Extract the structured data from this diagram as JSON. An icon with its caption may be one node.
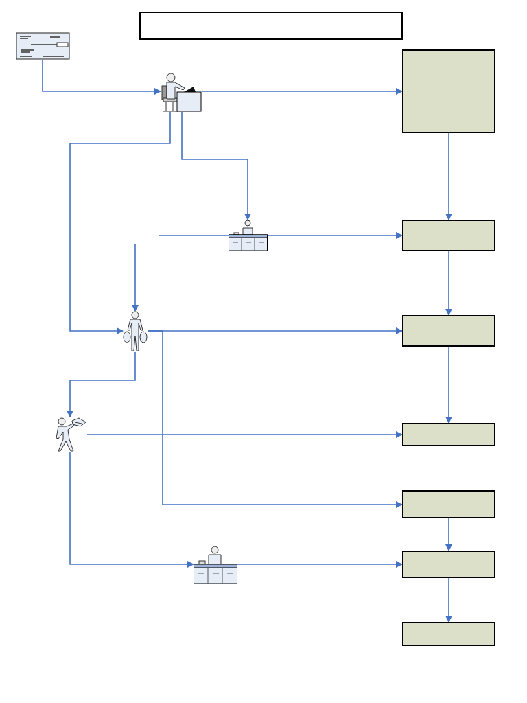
{
  "diagram": {
    "nodes": [
      {
        "text": [],
        "shape": "box"
      },
      {
        "text": [],
        "shape": "picture"
      },
      {
        "text": [],
        "shape": "picture"
      },
      {
        "text": [],
        "shape": "box"
      },
      {
        "text": [],
        "shape": "picture"
      },
      {
        "text": [],
        "shape": "box"
      },
      {
        "text": [],
        "shape": "picture"
      },
      {
        "text": [],
        "shape": "box"
      },
      {
        "text": [],
        "shape": "picture"
      },
      {
        "text": [],
        "shape": "box"
      },
      {
        "text": [],
        "shape": "box"
      },
      {
        "text": [],
        "shape": "picture"
      },
      {
        "text": [],
        "shape": "box"
      },
      {
        "text": [],
        "shape": "box"
      }
    ],
    "edges": [
      {
        "from": 1,
        "to": 2,
        "arrow": "to"
      },
      {
        "from": 2,
        "to": 3,
        "arrow": "to"
      },
      {
        "from": 2,
        "to": 4,
        "arrow": "to"
      },
      {
        "from": 2,
        "to": 6,
        "arrow": "to"
      },
      {
        "from": null,
        "to": 4,
        "arrow": "none"
      },
      {
        "from": 4,
        "to": 5,
        "arrow": "to"
      },
      {
        "from": null,
        "to": 6,
        "arrow": "to"
      },
      {
        "from": 6,
        "to": 7,
        "arrow": "to"
      },
      {
        "from": 6,
        "to": 8,
        "arrow": "to"
      },
      {
        "from": 6,
        "to": 10,
        "arrow": "to"
      },
      {
        "from": 8,
        "to": 9,
        "arrow": "to"
      },
      {
        "from": 8,
        "to": 11,
        "arrow": "to"
      },
      {
        "from": 11,
        "to": 12,
        "arrow": "to"
      },
      {
        "from": 3,
        "to": 5,
        "arrow": "to"
      },
      {
        "from": 5,
        "to": 7,
        "arrow": "to"
      },
      {
        "from": 7,
        "to": 9,
        "arrow": "to"
      },
      {
        "from": 10,
        "to": 12,
        "arrow": "to"
      },
      {
        "from": 12,
        "to": 13,
        "arrow": "to"
      }
    ]
  }
}
